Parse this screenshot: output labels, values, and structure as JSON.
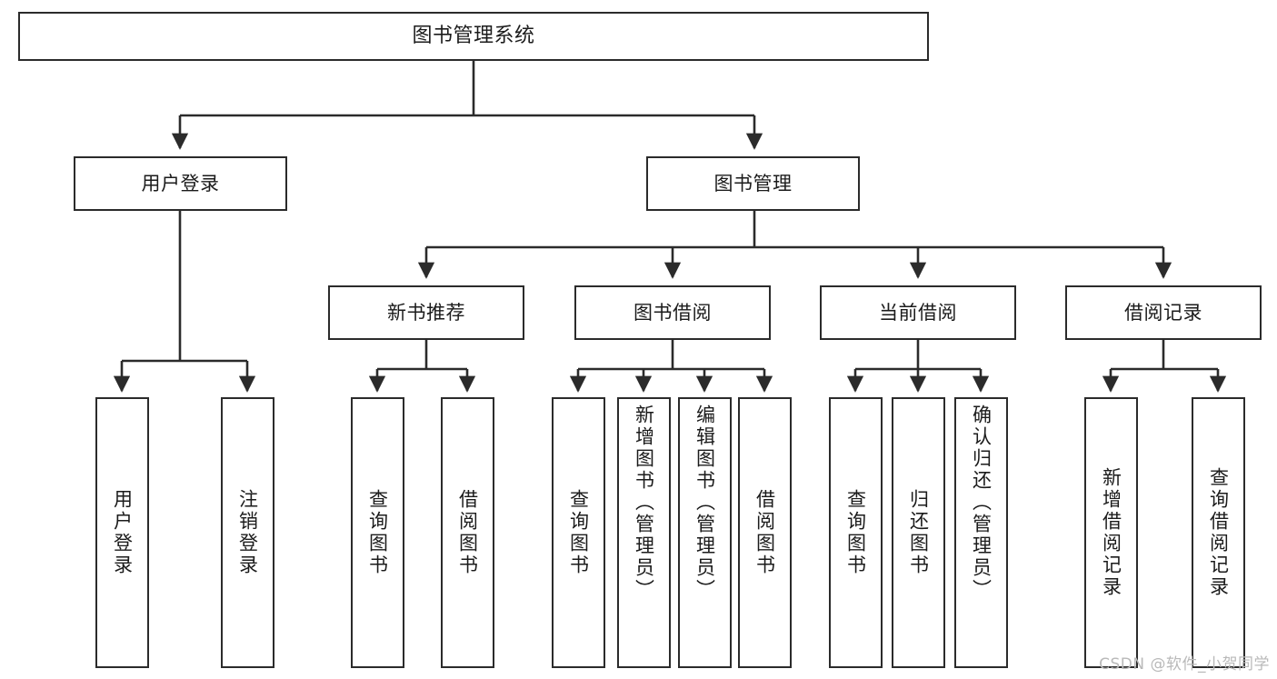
{
  "diagram": {
    "title": "图书管理系统",
    "watermark": "CSDN @软件_小贺同学",
    "nodes": {
      "root": {
        "label": "图书管理系统"
      },
      "level1": [
        {
          "label": "用户登录"
        },
        {
          "label": "图书管理"
        }
      ],
      "level2": [
        {
          "label": "新书推荐"
        },
        {
          "label": "图书借阅"
        },
        {
          "label": "当前借阅"
        },
        {
          "label": "借阅记录"
        }
      ],
      "leaves_user_login": [
        {
          "label": "用户登录"
        },
        {
          "label": "注销登录"
        }
      ],
      "leaves_new_book": [
        {
          "label": "查询图书"
        },
        {
          "label": "借阅图书"
        }
      ],
      "leaves_borrow": [
        {
          "label": "查询图书"
        },
        {
          "label": "新增图书（管理员）"
        },
        {
          "label": "编辑图书（管理员）"
        },
        {
          "label": "借阅图书"
        }
      ],
      "leaves_current": [
        {
          "label": "查询图书"
        },
        {
          "label": "归还图书"
        },
        {
          "label": "确认归还（管理员）"
        }
      ],
      "leaves_records": [
        {
          "label": "新增借阅记录"
        },
        {
          "label": "查询借阅记录"
        }
      ]
    },
    "colors": {
      "stroke": "#2b2b2b",
      "fill": "#ffffff",
      "text": "#1b1b1b",
      "watermark": "#b9b9b9"
    }
  }
}
